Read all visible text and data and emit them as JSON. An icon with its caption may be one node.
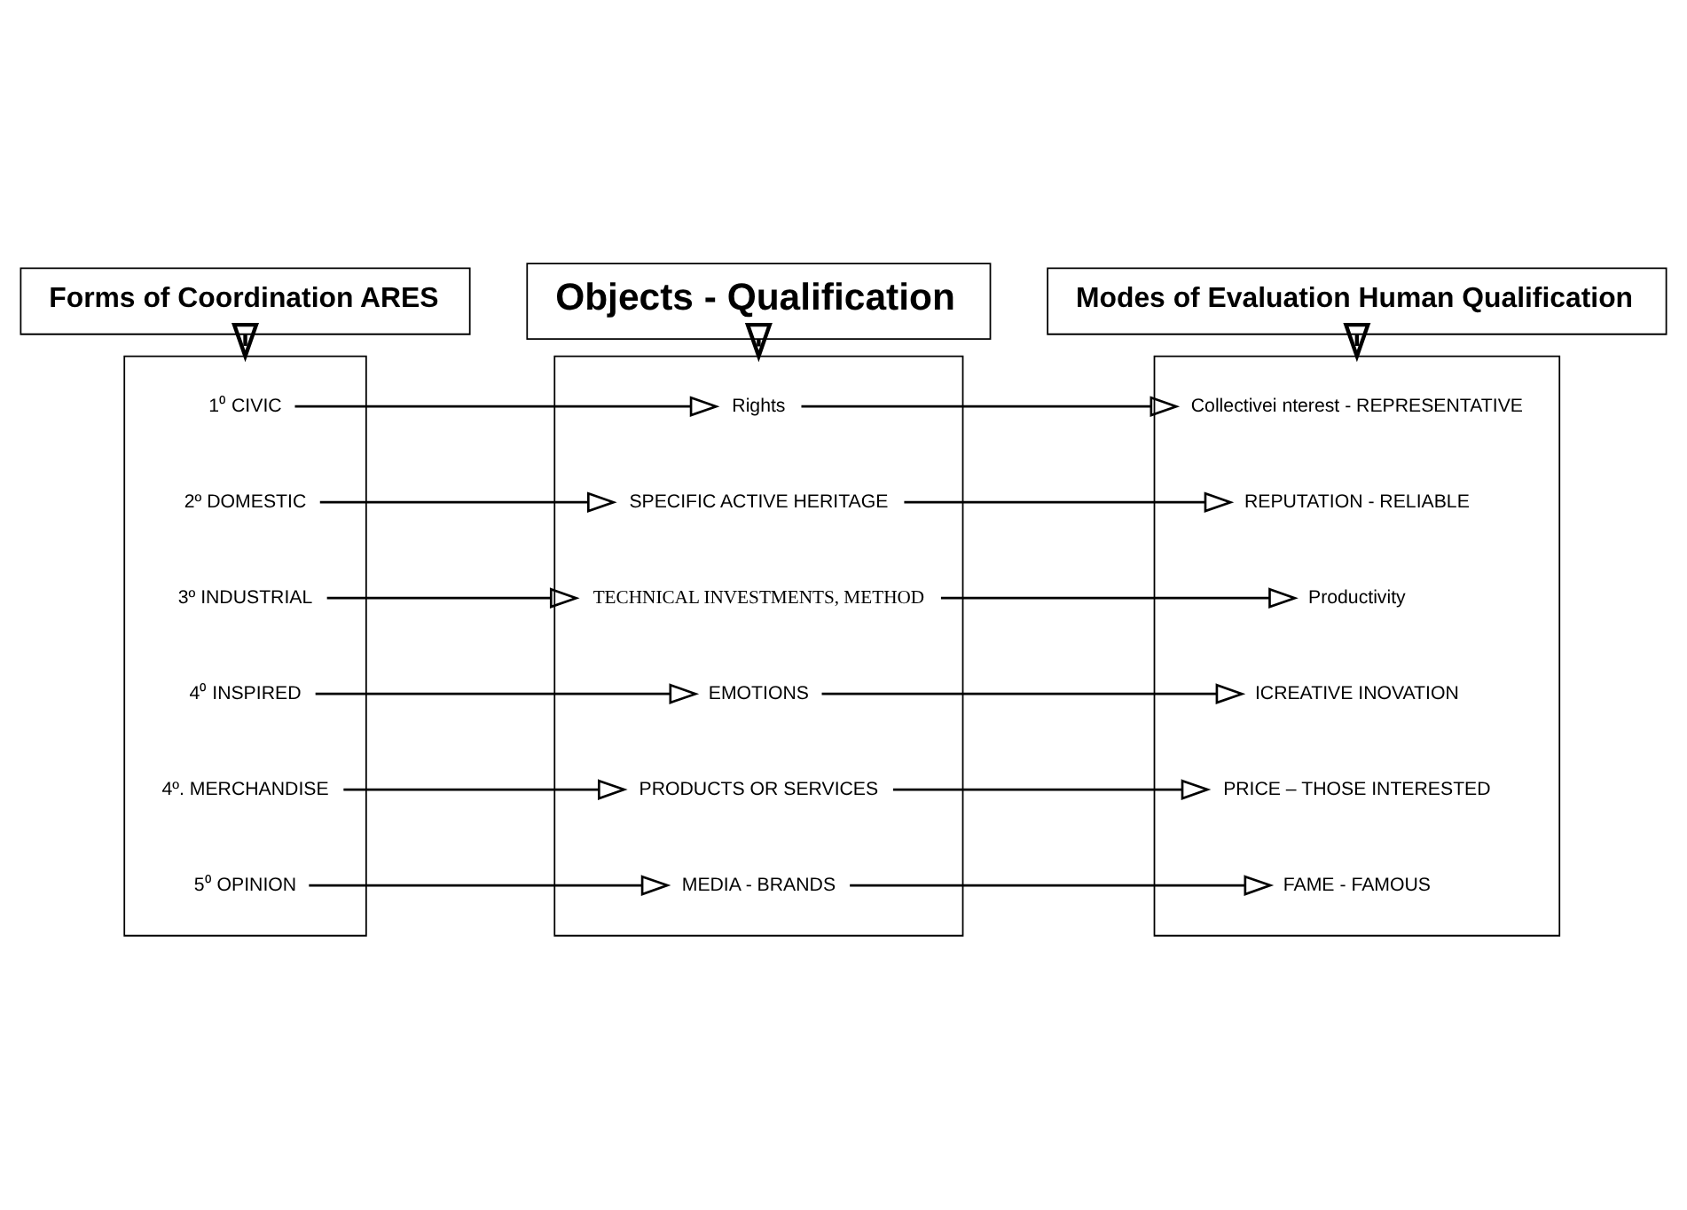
{
  "diagram": {
    "nodes": [
      {
        "text": [
          "Forms of Coordination ARES"
        ]
      },
      {
        "text": [
          "Objects - Qualification"
        ]
      },
      {
        "text": [
          "Modes of Evaluation Human Qualification"
        ]
      },
      {
        "text": [],
        "shape": "box"
      },
      {
        "text": [
          "1⁰ CIVIC"
        ],
        "in": 3
      },
      {
        "text": [
          "2º DOMESTIC"
        ],
        "in": 3
      },
      {
        "text": [
          "3º INDUSTRIAL"
        ],
        "in": 3
      },
      {
        "text": [
          "4⁰ INSPIRED"
        ],
        "in": 3
      },
      {
        "text": [
          "4º. MERCHANDISE"
        ],
        "in": 3
      },
      {
        "text": [
          "5⁰ OPINION"
        ],
        "in": 3
      },
      {
        "text": [],
        "shape": "box"
      },
      {
        "text": [
          "Rights"
        ],
        "in": 10
      },
      {
        "text": [
          "SPECIFIC ACTIVE HERITAGE"
        ],
        "in": 10
      },
      {
        "text": [
          "TECHNICAL INVESTMENTS, METHOD"
        ],
        "in": 10
      },
      {
        "text": [
          "EMOTIONS"
        ],
        "in": 10
      },
      {
        "text": [
          "PRODUCTS OR SERVICES"
        ],
        "in": 10
      },
      {
        "text": [
          "MEDIA - BRANDS"
        ],
        "in": 10
      },
      {
        "text": [],
        "shape": "box"
      },
      {
        "text": [
          "Collectivei nterest - REPRESENTATIVE"
        ],
        "in": 17
      },
      {
        "text": [
          "REPUTATION - RELIABLE"
        ],
        "in": 17
      },
      {
        "text": [
          "Productivity"
        ],
        "in": 17
      },
      {
        "text": [
          "ICREATIVE INOVATION"
        ],
        "in": 17
      },
      {
        "text": [
          "PRICE – THOSE INTERESTED"
        ],
        "in": 17
      },
      {
        "text": [
          "FAME - FAMOUS"
        ],
        "in": 17
      }
    ],
    "edges": [
      {
        "from": 0,
        "to": 3,
        "arrow": "to"
      },
      {
        "from": 1,
        "to": 10,
        "arrow": "to"
      },
      {
        "from": 2,
        "to": 17,
        "arrow": "to"
      },
      {
        "from": 4,
        "to": 11,
        "arrow": "to"
      },
      {
        "from": 5,
        "to": 12,
        "arrow": "to"
      },
      {
        "from": 6,
        "to": 13,
        "arrow": "to"
      },
      {
        "from": 7,
        "to": 14,
        "arrow": "to"
      },
      {
        "from": 8,
        "to": 15,
        "arrow": "to"
      },
      {
        "from": 9,
        "to": 16,
        "arrow": "to"
      },
      {
        "from": 11,
        "to": 18,
        "arrow": "to"
      },
      {
        "from": 12,
        "to": 19,
        "arrow": "to"
      },
      {
        "from": 13,
        "to": 20,
        "arrow": "to"
      },
      {
        "from": 14,
        "to": 21,
        "arrow": "to"
      },
      {
        "from": 15,
        "to": 22,
        "arrow": "to"
      },
      {
        "from": 16,
        "to": 23,
        "arrow": "to"
      }
    ]
  }
}
